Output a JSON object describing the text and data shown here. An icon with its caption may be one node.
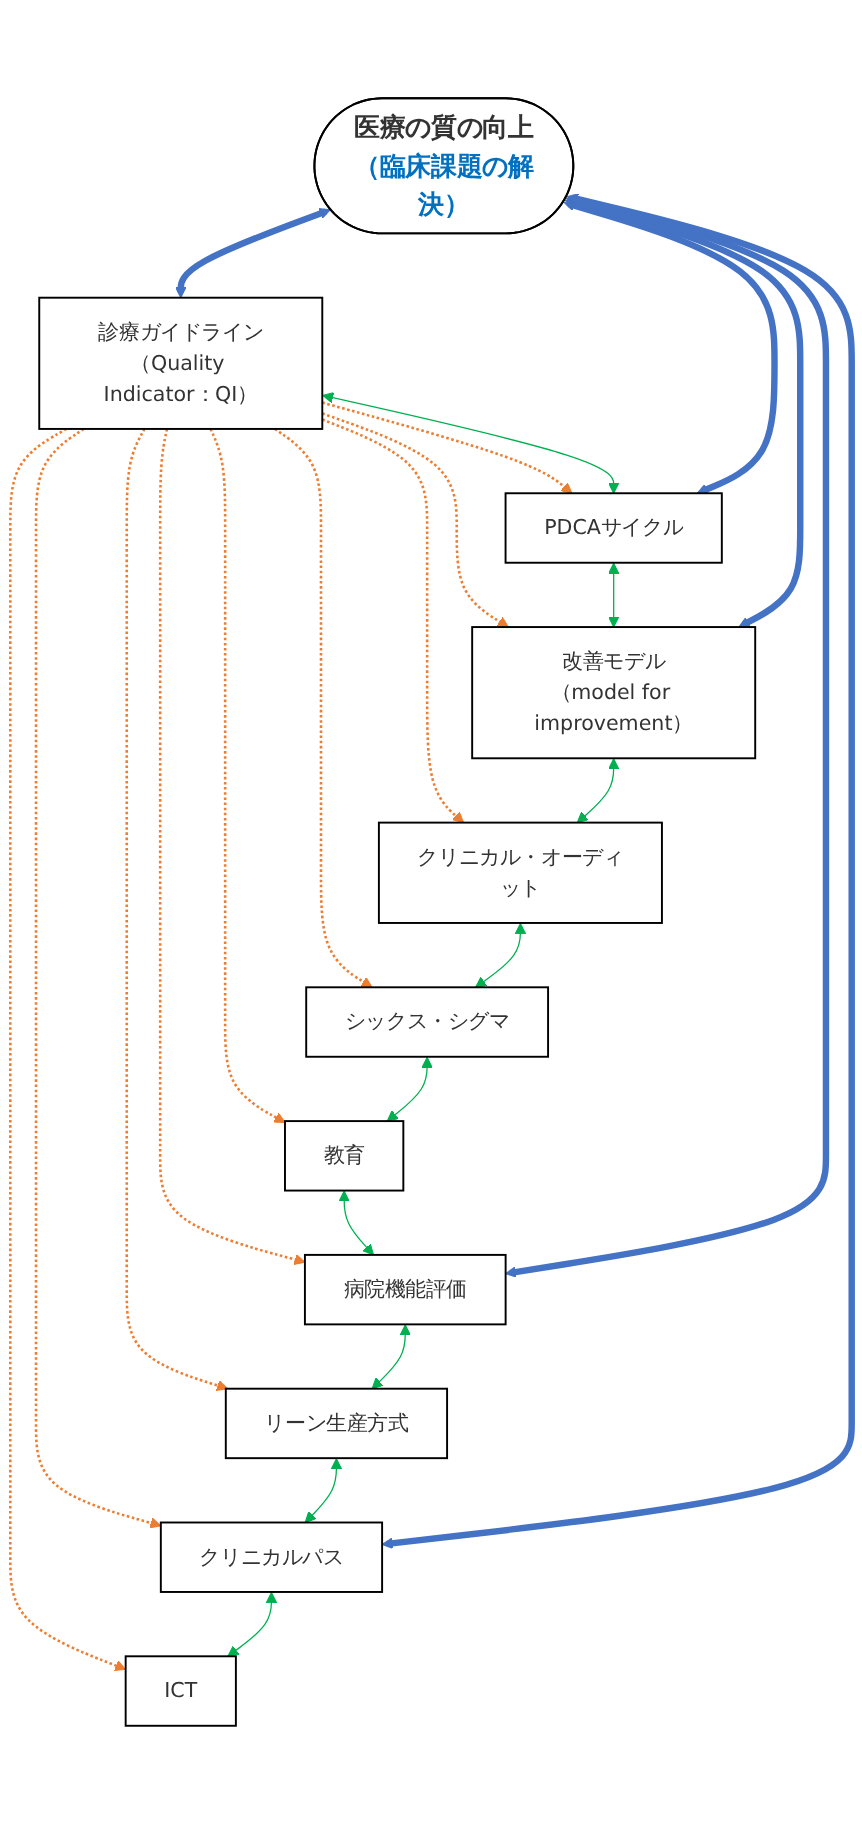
{
  "diagram": {
    "nodes": [
      {
        "text": [
          "医療の質の向上",
          "（臨床課題の解決）"
        ]
      },
      {
        "text": [
          "診療ガイドライン",
          "（Quality Indicator：QI）"
        ]
      },
      {
        "text": [
          "PDCAサイクル"
        ]
      },
      {
        "text": [
          "改善モデル",
          "（model for improvement）"
        ]
      },
      {
        "text": [
          "クリニカル・オーディット"
        ]
      },
      {
        "text": [
          "シックス・シグマ"
        ]
      },
      {
        "text": [
          "教育"
        ]
      },
      {
        "text": [
          "病院機能評価"
        ]
      },
      {
        "text": [
          "リーン生産方式"
        ]
      },
      {
        "text": [
          "クリニカルパス"
        ]
      },
      {
        "text": [
          "ICT"
        ]
      }
    ],
    "edges": [
      {
        "from": 1,
        "to": 2,
        "arrow": "to",
        "style": "dashed",
        "color": "#ed7d31"
      },
      {
        "from": 1,
        "to": 3,
        "arrow": "to",
        "style": "dashed",
        "color": "#ed7d31"
      },
      {
        "from": 1,
        "to": 4,
        "arrow": "to",
        "style": "dashed",
        "color": "#ed7d31"
      },
      {
        "from": 1,
        "to": 5,
        "arrow": "to",
        "style": "dashed",
        "color": "#ed7d31"
      },
      {
        "from": 1,
        "to": 6,
        "arrow": "to",
        "style": "dashed",
        "color": "#ed7d31"
      },
      {
        "from": 1,
        "to": 7,
        "arrow": "to",
        "style": "dashed",
        "color": "#ed7d31"
      },
      {
        "from": 1,
        "to": 8,
        "arrow": "to",
        "style": "dashed",
        "color": "#ed7d31"
      },
      {
        "from": 1,
        "to": 9,
        "arrow": "to",
        "style": "dashed",
        "color": "#ed7d31"
      },
      {
        "from": 1,
        "to": 10,
        "arrow": "to",
        "style": "dashed",
        "color": "#ed7d31"
      },
      {
        "from": 1,
        "to": 2,
        "arrow": "both",
        "color": "#00b050"
      },
      {
        "from": 2,
        "to": 3,
        "arrow": "both",
        "color": "#00b050"
      },
      {
        "from": 3,
        "to": 4,
        "arrow": "both",
        "color": "#00b050"
      },
      {
        "from": 4,
        "to": 5,
        "arrow": "both",
        "color": "#00b050"
      },
      {
        "from": 5,
        "to": 6,
        "arrow": "both",
        "color": "#00b050"
      },
      {
        "from": 6,
        "to": 7,
        "arrow": "both",
        "color": "#00b050"
      },
      {
        "from": 7,
        "to": 8,
        "arrow": "both",
        "color": "#00b050"
      },
      {
        "from": 8,
        "to": 9,
        "arrow": "both",
        "color": "#00b050"
      },
      {
        "from": 9,
        "to": 10,
        "arrow": "both",
        "color": "#00b050"
      },
      {
        "from": 0,
        "to": 1,
        "arrow": "both",
        "style": "thick",
        "color": "#4472c4"
      },
      {
        "from": 0,
        "to": 2,
        "arrow": "both",
        "style": "thick",
        "color": "#4472c4"
      },
      {
        "from": 0,
        "to": 3,
        "arrow": "both",
        "style": "thick",
        "color": "#4472c4"
      },
      {
        "from": 0,
        "to": 7,
        "arrow": "both",
        "style": "thick",
        "color": "#4472c4"
      },
      {
        "from": 0,
        "to": 9,
        "arrow": "both",
        "style": "thick",
        "color": "#4472c4"
      }
    ]
  }
}
